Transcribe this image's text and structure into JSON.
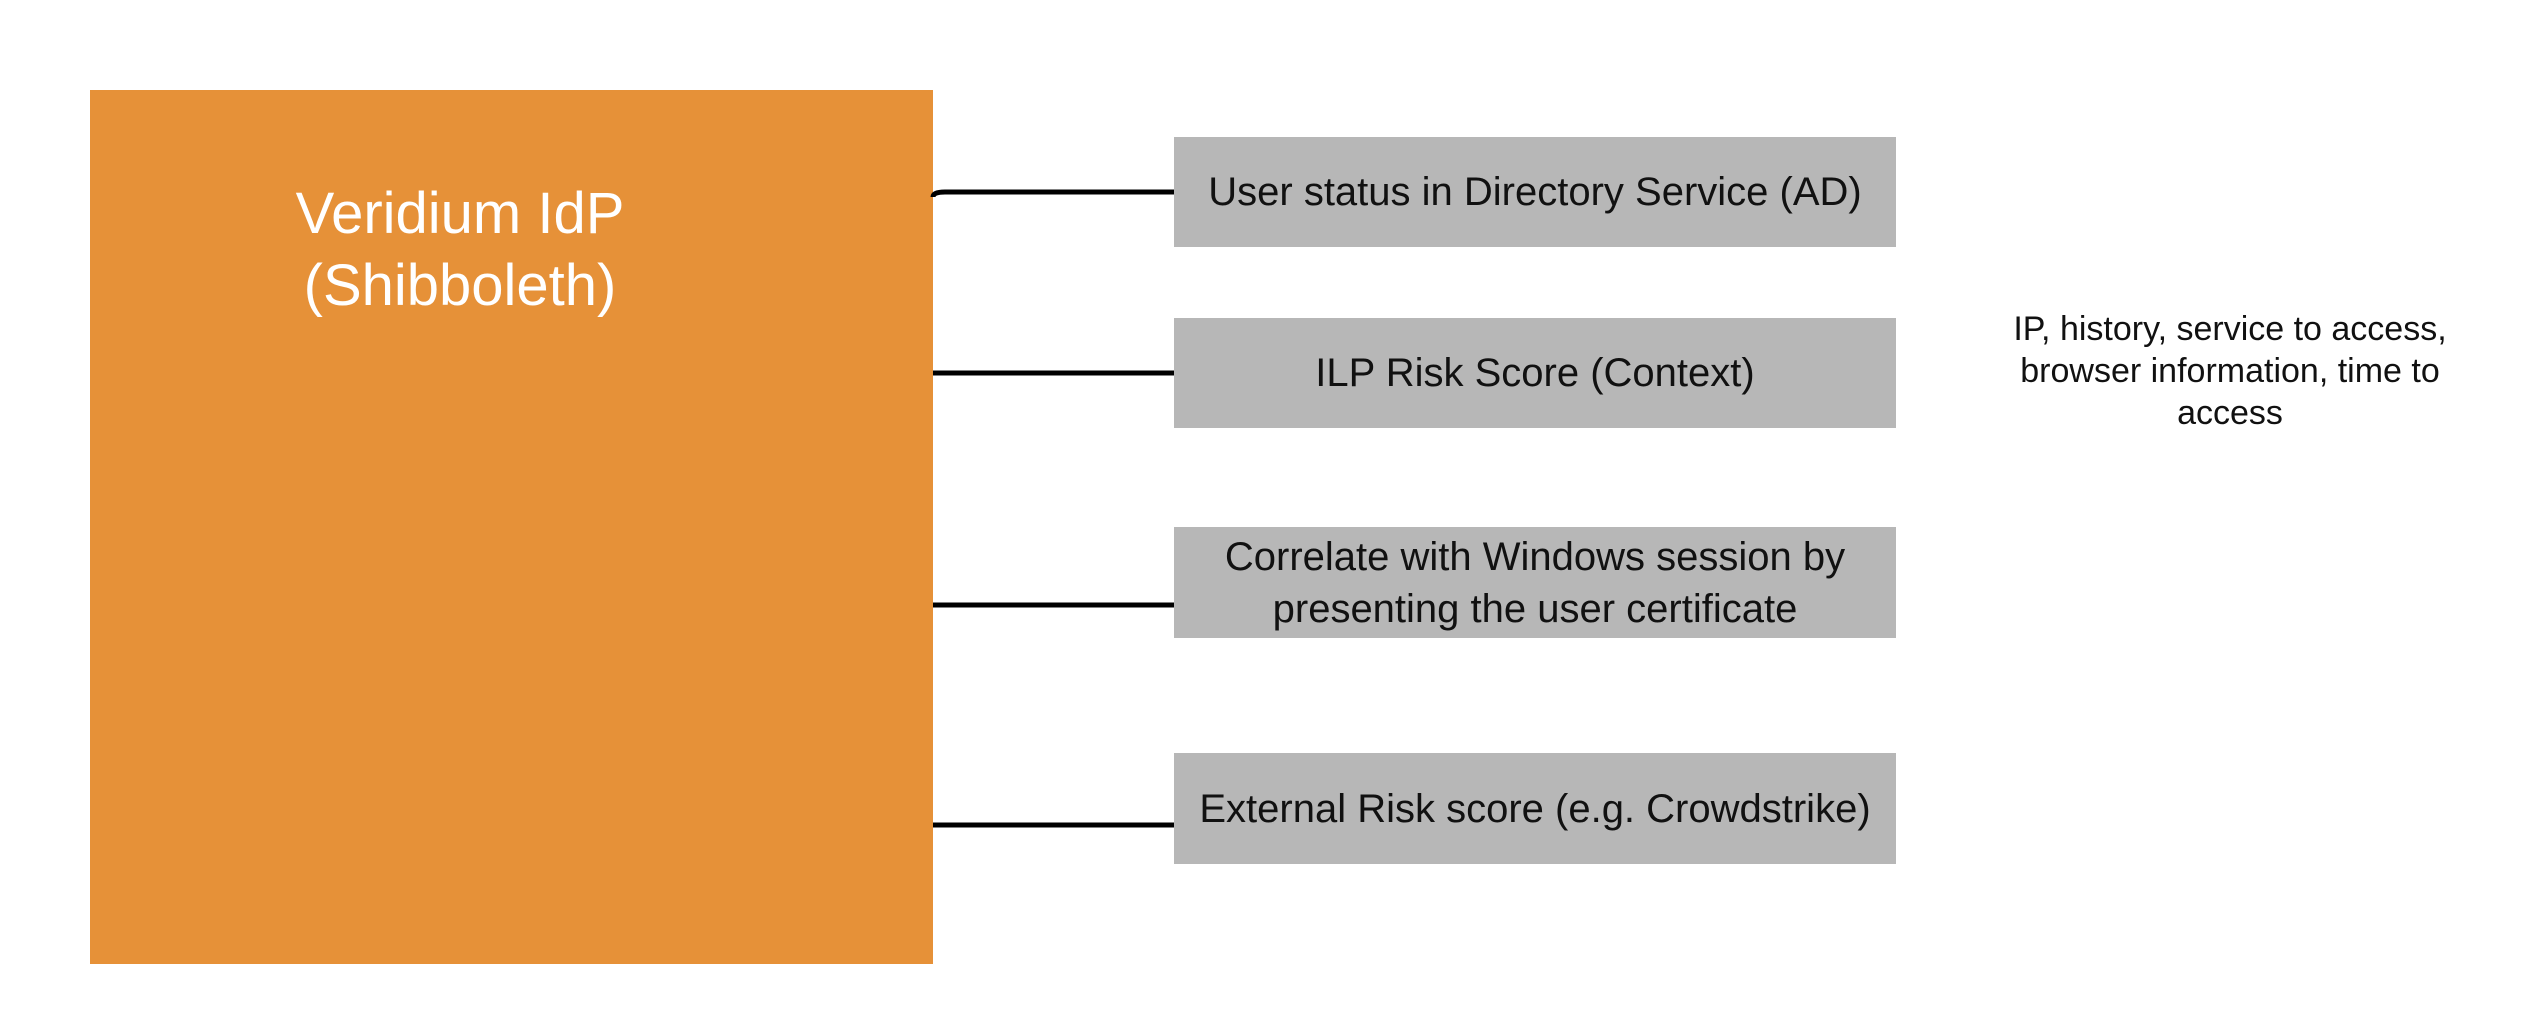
{
  "main": {
    "title_line1": "Veridium IdP",
    "title_line2": "(Shibboleth)",
    "fill_color": "#e69138"
  },
  "boxes": [
    {
      "lines": [
        "User status in Directory Service (AD)"
      ]
    },
    {
      "lines": [
        "ILP Risk Score (Context)"
      ]
    },
    {
      "lines": [
        "Correlate with Windows session by",
        "presenting the user certificate"
      ]
    },
    {
      "lines": [
        "External Risk score (e.g. Crowdstrike)"
      ]
    }
  ],
  "note": {
    "text": "IP, history, service to access, browser information, time to access"
  },
  "colors": {
    "box_fill": "#b7b7b7",
    "connector": "#000000"
  }
}
